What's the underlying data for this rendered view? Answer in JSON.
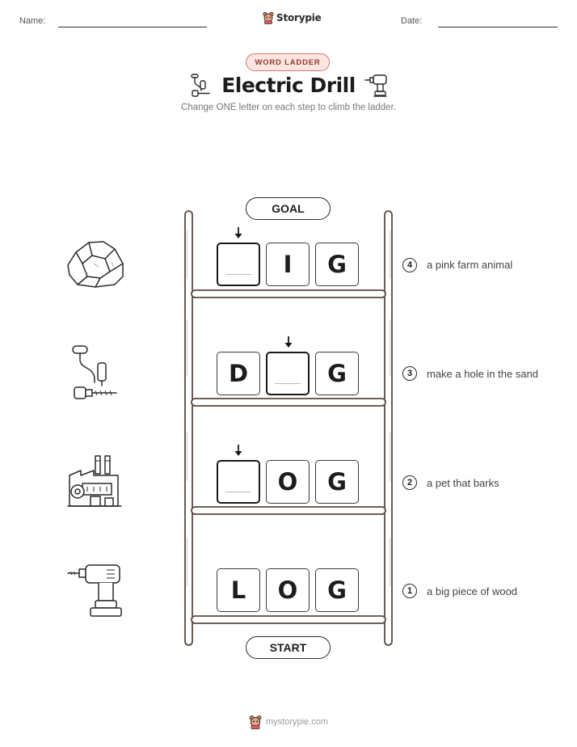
{
  "header": {
    "name_label": "Name:",
    "date_label": "Date:",
    "brand": "Storypie"
  },
  "badge": "WORD LADDER",
  "title": "Electric Drill",
  "instructions": "Change ONE letter on each step to climb the ladder.",
  "ladder": {
    "goal_label": "GOAL",
    "start_label": "START",
    "rungs": [
      {
        "step": "4",
        "clue": "a pink farm animal",
        "icon": "rock-icon",
        "letters": [
          {
            "char": "",
            "blank": true,
            "arrow": true
          },
          {
            "char": "I",
            "blank": false,
            "arrow": false
          },
          {
            "char": "G",
            "blank": false,
            "arrow": false
          }
        ]
      },
      {
        "step": "3",
        "clue": "make a hole in the sand",
        "icon": "hand-drill-icon",
        "letters": [
          {
            "char": "D",
            "blank": false,
            "arrow": false
          },
          {
            "char": "",
            "blank": true,
            "arrow": true
          },
          {
            "char": "G",
            "blank": false,
            "arrow": false
          }
        ]
      },
      {
        "step": "2",
        "clue": "a pet that barks",
        "icon": "factory-icon",
        "letters": [
          {
            "char": "",
            "blank": true,
            "arrow": true
          },
          {
            "char": "O",
            "blank": false,
            "arrow": false
          },
          {
            "char": "G",
            "blank": false,
            "arrow": false
          }
        ]
      },
      {
        "step": "1",
        "clue": "a big piece of wood",
        "icon": "electric-drill-icon",
        "letters": [
          {
            "char": "L",
            "blank": false,
            "arrow": false
          },
          {
            "char": "O",
            "blank": false,
            "arrow": false
          },
          {
            "char": "G",
            "blank": false,
            "arrow": false
          }
        ]
      }
    ]
  },
  "footer": {
    "site": "mystorypie.com"
  },
  "colors": {
    "badge_border": "#d9756a",
    "badge_fill": "#fde6e1",
    "ladder": "#5a4a42"
  }
}
